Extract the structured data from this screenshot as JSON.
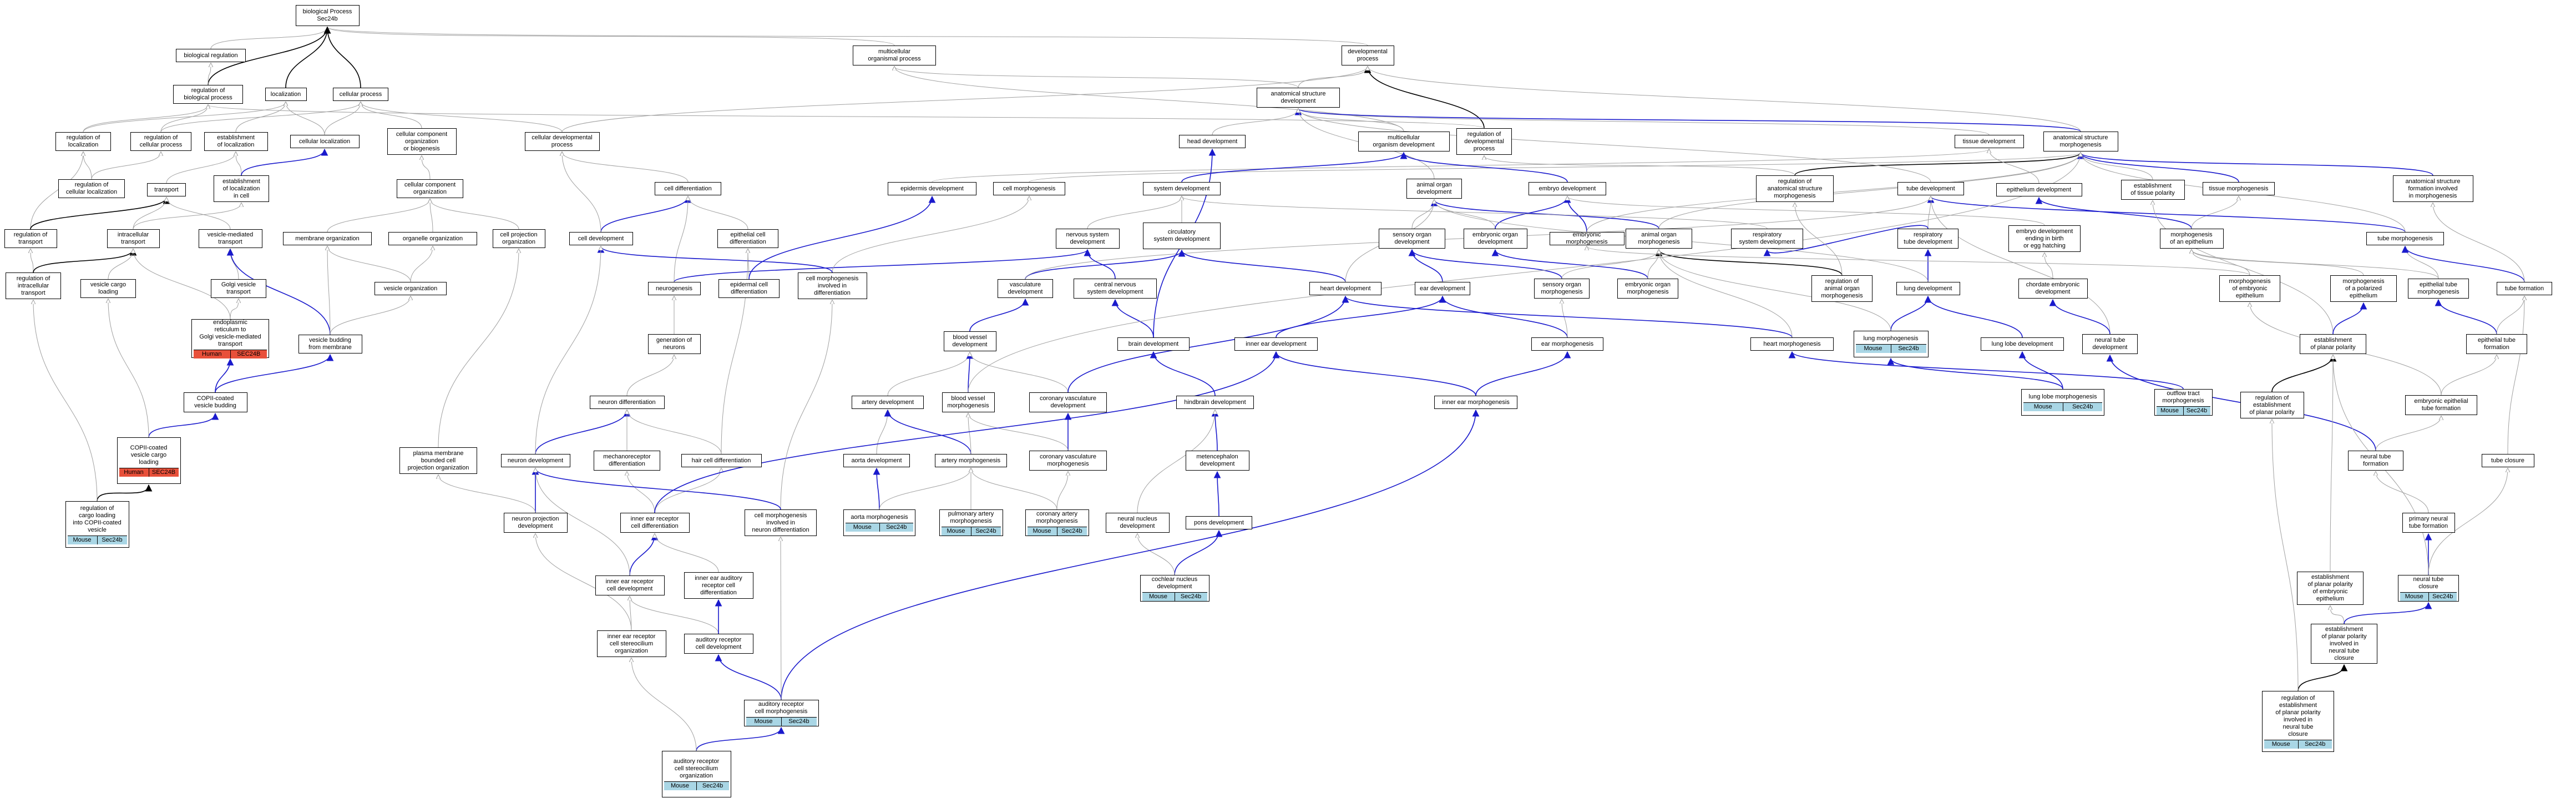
{
  "colors": {
    "edge_gray": "#a0a0a0",
    "edge_black": "#000000",
    "edge_blue": "#1a1acc",
    "mouse": "#a9d6e5",
    "human": "#e8503a"
  },
  "nodes": [
    {
      "id": "bp",
      "label": "biological Process\nSec24b"
    },
    {
      "id": "breg",
      "label": "biological regulation"
    },
    {
      "id": "mop",
      "label": "multicellular\norganismal process"
    },
    {
      "id": "devp",
      "label": "developmental\nprocess"
    },
    {
      "id": "rbp",
      "label": "regulation of\nbiological process"
    },
    {
      "id": "loc",
      "label": "localization"
    },
    {
      "id": "cellp",
      "label": "cellular process"
    },
    {
      "id": "asd",
      "label": "anatomical structure\ndevelopment"
    },
    {
      "id": "rloc",
      "label": "regulation of\nlocalization"
    },
    {
      "id": "rcp",
      "label": "regulation of\ncellular process"
    },
    {
      "id": "eloc",
      "label": "establishment\nof localization"
    },
    {
      "id": "cloc",
      "label": "cellular localization"
    },
    {
      "id": "ccob",
      "label": "cellular component\norganization\nor biogenesis"
    },
    {
      "id": "cdp",
      "label": "cellular developmental\nprocess"
    },
    {
      "id": "headdev",
      "label": "head development"
    },
    {
      "id": "mod",
      "label": "multicellular\norganism development"
    },
    {
      "id": "rdp",
      "label": "regulation of\ndevelopmental\nprocess"
    },
    {
      "id": "tissdev",
      "label": "tissue development"
    },
    {
      "id": "asm",
      "label": "anatomical structure\nmorphogenesis"
    },
    {
      "id": "rclo",
      "label": "regulation of\ncellular localization"
    },
    {
      "id": "elocc",
      "label": "establishment\nof localization\nin cell"
    },
    {
      "id": "cco",
      "label": "cellular component\norganization"
    },
    {
      "id": "transport",
      "label": "transport"
    },
    {
      "id": "epidev",
      "label": "epidermis development"
    },
    {
      "id": "cellmorph",
      "label": "cell morphogenesis"
    },
    {
      "id": "sysdev",
      "label": "system development"
    },
    {
      "id": "aod",
      "label": "animal organ\ndevelopment"
    },
    {
      "id": "embdev",
      "label": "embryo development"
    },
    {
      "id": "rasm",
      "label": "regulation of\nanatomical structure\nmorphogenesis"
    },
    {
      "id": "tubedev",
      "label": "tube development"
    },
    {
      "id": "epidevel",
      "label": "epithelium development"
    },
    {
      "id": "estp",
      "label": "establishment\nof tissue polarity"
    },
    {
      "id": "tissmorph",
      "label": "tissue morphogenesis"
    },
    {
      "id": "asfm",
      "label": "anatomical structure\nformation involved\nin morphogenesis"
    },
    {
      "id": "celldiff",
      "label": "cell differentiation"
    },
    {
      "id": "rtrans",
      "label": "regulation of\ntransport"
    },
    {
      "id": "ictrans",
      "label": "intracellular\ntransport"
    },
    {
      "id": "vmt",
      "label": "vesicle-mediated\ntransport"
    },
    {
      "id": "memorg",
      "label": "membrane organization"
    },
    {
      "id": "orgorg",
      "label": "organelle organization"
    },
    {
      "id": "cpo",
      "label": "cell projection\norganization"
    },
    {
      "id": "celldev",
      "label": "cell development"
    },
    {
      "id": "epcd",
      "label": "epithelial cell\ndifferentiation"
    },
    {
      "id": "nsd",
      "label": "nervous system\ndevelopment"
    },
    {
      "id": "circ",
      "label": "circulatory\nsystem development"
    },
    {
      "id": "sod",
      "label": "sensory organ\ndevelopment"
    },
    {
      "id": "eod",
      "label": "embryonic organ\ndevelopment"
    },
    {
      "id": "embmorph",
      "label": "embryonic morphogenesis"
    },
    {
      "id": "aom",
      "label": "animal organ\nmorphogenesis"
    },
    {
      "id": "rsd",
      "label": "respiratory\nsystem development"
    },
    {
      "id": "rtd",
      "label": "respiratory\ntube development"
    },
    {
      "id": "edbe",
      "label": "embryo development\nending in birth\nor egg hatching"
    },
    {
      "id": "moe",
      "label": "morphogenesis\nof an epithelium"
    },
    {
      "id": "tubemorph",
      "label": "tube morphogenesis"
    },
    {
      "id": "ricit",
      "label": "regulation of\nintracellular\ntransport"
    },
    {
      "id": "vcl",
      "label": "vesicle cargo\nloading"
    },
    {
      "id": "gvt",
      "label": "Golgi vesicle\ntransport"
    },
    {
      "id": "vesorg",
      "label": "vesicle organization"
    },
    {
      "id": "neurogen",
      "label": "neurogenesis"
    },
    {
      "id": "epicd",
      "label": "epidermal cell\ndifferentiation"
    },
    {
      "id": "cmnd",
      "label": "cell morphogenesis\ninvolved in\ndifferentiation"
    },
    {
      "id": "vascdev",
      "label": "vasculature\ndevelopment"
    },
    {
      "id": "cnsd",
      "label": "central nervous\nsystem development"
    },
    {
      "id": "heartdev",
      "label": "heart development"
    },
    {
      "id": "eardev",
      "label": "ear development"
    },
    {
      "id": "sorgm",
      "label": "sensory organ\nmorphogenesis"
    },
    {
      "id": "eorgm",
      "label": "embryonic organ\nmorphogenesis"
    },
    {
      "id": "raom",
      "label": "regulation of\nanimal organ\nmorphogenesis"
    },
    {
      "id": "lungdev",
      "label": "lung development"
    },
    {
      "id": "ced",
      "label": "chordate embryonic\ndevelopment"
    },
    {
      "id": "meme",
      "label": "morphogenesis\nof embryonic\nepithelium"
    },
    {
      "id": "mpe",
      "label": "morphogenesis\nof a polarized\nepithelium"
    },
    {
      "id": "etm",
      "label": "epithelial tube\nmorphogenesis"
    },
    {
      "id": "tubeform",
      "label": "tube formation"
    },
    {
      "id": "erg",
      "label": "endoplasmic\nreticulum to\nGolgi vesicle-mediated\ntransport",
      "ann": [
        "Human",
        "SEC24B"
      ],
      "ann_class": "human"
    },
    {
      "id": "vbfm",
      "label": "vesicle budding\nfrom membrane"
    },
    {
      "id": "genneur",
      "label": "generation of\nneurons"
    },
    {
      "id": "bvd",
      "label": "blood vessel\ndevelopment"
    },
    {
      "id": "braindev",
      "label": "brain development"
    },
    {
      "id": "ieardev",
      "label": "inner ear development"
    },
    {
      "id": "earmorph",
      "label": "ear morphogenesis"
    },
    {
      "id": "heartmorph",
      "label": "heart morphogenesis"
    },
    {
      "id": "lungmorph",
      "label": "lung morphogenesis",
      "ann": [
        "Mouse",
        "Sec24b"
      ],
      "ann_class": "mouse"
    },
    {
      "id": "lldev",
      "label": "lung lobe development"
    },
    {
      "id": "ntd",
      "label": "neural tube\ndevelopment"
    },
    {
      "id": "epp",
      "label": "establishment\nof planar polarity"
    },
    {
      "id": "etf",
      "label": "epithelial tube\nformation"
    },
    {
      "id": "copii_bud",
      "label": "COPII-coated\nvesicle budding"
    },
    {
      "id": "neurdiff",
      "label": "neuron differentiation"
    },
    {
      "id": "artdev",
      "label": "artery development"
    },
    {
      "id": "bvm",
      "label": "blood vessel\nmorphogenesis"
    },
    {
      "id": "cvd",
      "label": "coronary vasculature\ndevelopment"
    },
    {
      "id": "hbd",
      "label": "hindbrain development"
    },
    {
      "id": "iem",
      "label": "inner ear morphogenesis"
    },
    {
      "id": "llm",
      "label": "lung lobe morphogenesis",
      "ann": [
        "Mouse",
        "Sec24b"
      ],
      "ann_class": "mouse"
    },
    {
      "id": "otm",
      "label": "outflow tract\nmorphogenesis",
      "ann": [
        "Mouse",
        "Sec24b"
      ],
      "ann_class": "mouse"
    },
    {
      "id": "repp",
      "label": "regulation of\nestablishment\nof planar polarity"
    },
    {
      "id": "eetf",
      "label": "embryonic epithelial\ntube formation"
    },
    {
      "id": "copii_cargo",
      "label": "COPII-coated\nvesicle cargo\nloading",
      "ann": [
        "Human",
        "SEC24B"
      ],
      "ann_class": "human"
    },
    {
      "id": "neurdev",
      "label": "neuron development"
    },
    {
      "id": "mrd",
      "label": "mechanoreceptor\ndifferentiation"
    },
    {
      "id": "hcd",
      "label": "hair cell differentiation"
    },
    {
      "id": "aortadev",
      "label": "aorta development"
    },
    {
      "id": "artm",
      "label": "artery morphogenesis"
    },
    {
      "id": "cvm",
      "label": "coronary vasculature\nmorphogenesis"
    },
    {
      "id": "metdev",
      "label": "metencephalon\ndevelopment"
    },
    {
      "id": "pmbc",
      "label": "plasma membrane\nbounded cell\nprojection organization"
    },
    {
      "id": "ntf",
      "label": "neural tube\nformation"
    },
    {
      "id": "tubeclos",
      "label": "tube closure"
    },
    {
      "id": "rcl",
      "label": "regulation of\ncargo loading\ninto COPII-coated\nvesicle",
      "ann": [
        "Mouse",
        "Sec24b"
      ],
      "ann_class": "mouse"
    },
    {
      "id": "npd",
      "label": "neuron projection\ndevelopment"
    },
    {
      "id": "iercd",
      "label": "inner ear receptor\ncell differentiation"
    },
    {
      "id": "cmnnd",
      "label": "cell morphogenesis\ninvolved in\nneuron differentiation"
    },
    {
      "id": "aortam",
      "label": "aorta morphogenesis",
      "ann": [
        "Mouse",
        "Sec24b"
      ],
      "ann_class": "mouse"
    },
    {
      "id": "pam",
      "label": "pulmonary artery\nmorphogenesis",
      "ann": [
        "Mouse",
        "Sec24b"
      ],
      "ann_class": "mouse"
    },
    {
      "id": "cam",
      "label": "coronary artery\nmorphogenesis",
      "ann": [
        "Mouse",
        "Sec24b"
      ],
      "ann_class": "mouse"
    },
    {
      "id": "nnd",
      "label": "neural nucleus\ndevelopment"
    },
    {
      "id": "ponsdev",
      "label": "pons development"
    },
    {
      "id": "pntf",
      "label": "primary neural\ntube formation"
    },
    {
      "id": "ierdev",
      "label": "inner ear receptor\ncell development"
    },
    {
      "id": "eahcd",
      "label": "inner ear auditory\nreceptor cell\ndifferentiation"
    },
    {
      "id": "cnd",
      "label": "cochlear nucleus\ndevelopment",
      "ann": [
        "Mouse",
        "Sec24b"
      ],
      "ann_class": "mouse"
    },
    {
      "id": "ntc",
      "label": "neural tube\nclosure",
      "ann": [
        "Mouse",
        "Sec24b"
      ],
      "ann_class": "mouse"
    },
    {
      "id": "epp_emb",
      "label": "establishment\nof planar polarity\nof embryonic\nepithelium"
    },
    {
      "id": "iersco",
      "label": "inner ear receptor\ncell stereocilium\norganization"
    },
    {
      "id": "arcd",
      "label": "auditory receptor\ncell development"
    },
    {
      "id": "epp_ntc",
      "label": "establishment\nof planar polarity\ninvolved in\nneural tube\nclosure"
    },
    {
      "id": "arcm",
      "label": "auditory receptor\ncell morphogenesis",
      "ann": [
        "Mouse",
        "Sec24b"
      ],
      "ann_class": "mouse"
    },
    {
      "id": "rep_ntc",
      "label": "regulation of\nestablishment\nof planar polarity\ninvolved in\nneural tube\nclosure",
      "ann": [
        "Mouse",
        "Sec24b"
      ],
      "ann_class": "mouse"
    },
    {
      "id": "arcso",
      "label": "auditory receptor\ncell stereocilium\norganization",
      "ann": [
        "Mouse",
        "Sec24b"
      ],
      "ann_class": "mouse"
    }
  ]
}
